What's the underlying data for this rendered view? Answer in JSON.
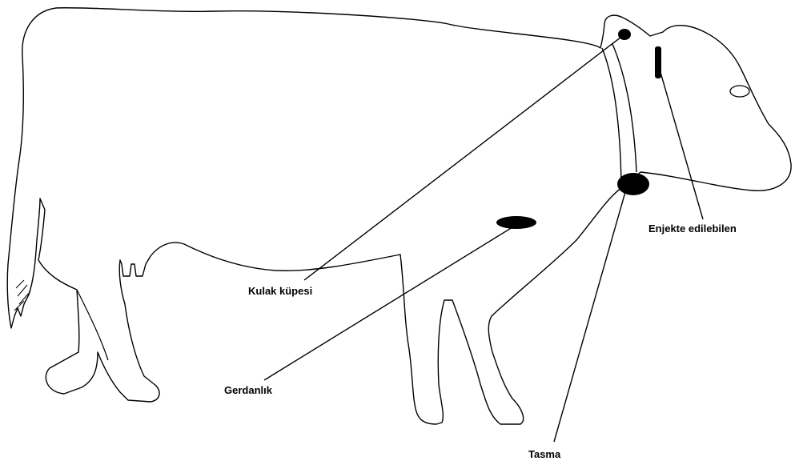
{
  "labels": {
    "ear_tag": "Kulak küpesi",
    "injectable": "Enjekte edilebilen",
    "bolus": "Gerdanlık",
    "collar": "Tasma"
  },
  "colors": {
    "line": "#000000",
    "background": "#ffffff"
  }
}
